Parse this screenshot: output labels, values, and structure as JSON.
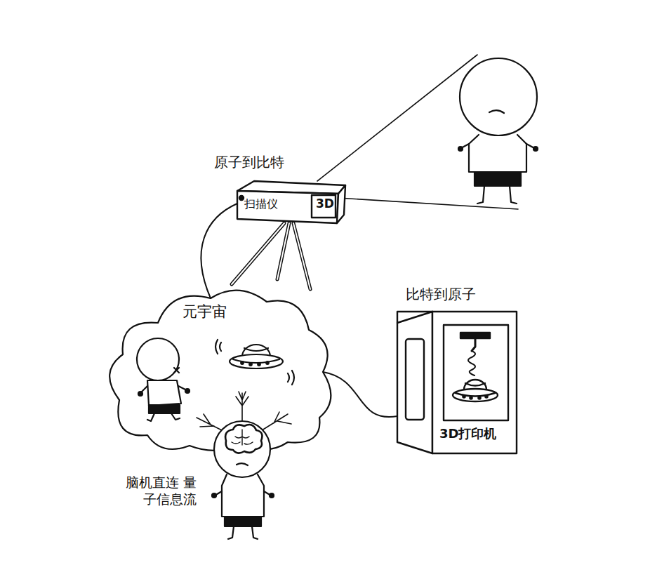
{
  "diagram": {
    "nodes": [
      {
        "text": [
          "原子到比特",
          "扫描仪",
          "3D"
        ]
      },
      {
        "text": [
          "元宇宙"
        ]
      },
      {
        "text": [
          "比特到原子",
          "3D打印机"
        ]
      }
    ],
    "edges": [
      {
        "from": 0,
        "to": 1,
        "arrow": "none"
      },
      {
        "from": 1,
        "to": 2,
        "arrow": "none"
      }
    ],
    "labels": [
      "脑机直连 量子信息流"
    ]
  }
}
